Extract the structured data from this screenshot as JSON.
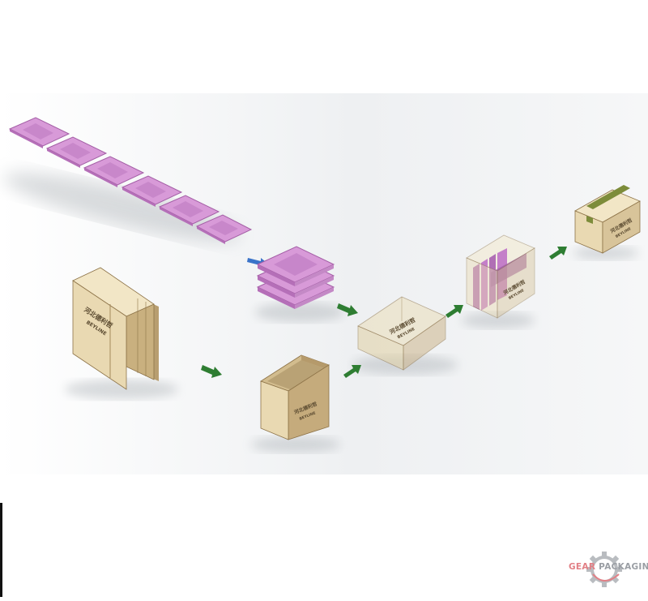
{
  "logo": {
    "word_one": "GEAR",
    "word_two": "PACKAGING",
    "accent_color": "#e27f85",
    "gray_color": "#9a9ea4"
  },
  "colors": {
    "blank": "#d89ad8",
    "cardboard_front": "#e9d9b2",
    "cardboard_side": "#c5ab7c",
    "cardboard_top": "#f2e6c6",
    "tape": "#7d8c3a",
    "arrow_blue": "#3a73c9",
    "arrow_green": "#2e7d32"
  },
  "box_print": {
    "line1": "河北德利哲",
    "line2": "BEYLINE"
  },
  "process_steps": [
    "flat-blank-feed",
    "stacked-blanks",
    "flat-carton",
    "erected-carton",
    "loaded-carton-open",
    "packed-carton",
    "sealed-carton"
  ]
}
